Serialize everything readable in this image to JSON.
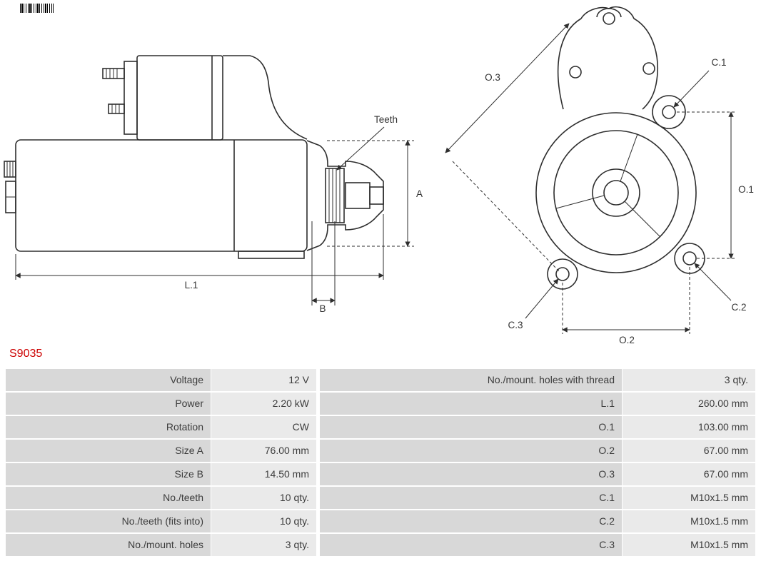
{
  "part_number": "S9035",
  "diagram": {
    "side_view_labels": {
      "teeth": "Teeth",
      "dim_a": "A",
      "dim_l1": "L.1",
      "dim_b": "B"
    },
    "front_view_labels": {
      "dim_o3": "O.3",
      "dim_c1": "C.1",
      "dim_o1": "O.1",
      "dim_c3": "C.3",
      "dim_c2": "C.2",
      "dim_o2": "O.2"
    }
  },
  "spec_table": {
    "left": [
      {
        "label": "Voltage",
        "value": "12 V"
      },
      {
        "label": "Power",
        "value": "2.20 kW"
      },
      {
        "label": "Rotation",
        "value": "CW"
      },
      {
        "label": "Size A",
        "value": "76.00 mm"
      },
      {
        "label": "Size B",
        "value": "14.50 mm"
      },
      {
        "label": "No./teeth",
        "value": "10 qty."
      },
      {
        "label": "No./teeth (fits into)",
        "value": "10 qty."
      },
      {
        "label": "No./mount. holes",
        "value": "3 qty."
      }
    ],
    "right": [
      {
        "label": "No./mount. holes with thread",
        "value": "3 qty."
      },
      {
        "label": "L.1",
        "value": "260.00 mm"
      },
      {
        "label": "O.1",
        "value": "103.00 mm"
      },
      {
        "label": "O.2",
        "value": "67.00 mm"
      },
      {
        "label": "O.3",
        "value": "67.00 mm"
      },
      {
        "label": "C.1",
        "value": "M10x1.5 mm"
      },
      {
        "label": "C.2",
        "value": "M10x1.5 mm"
      },
      {
        "label": "C.3",
        "value": "M10x1.5 mm"
      }
    ]
  },
  "colors": {
    "accent_red": "#cc0000",
    "label_cell_bg": "#d8d8d8",
    "value_cell_bg": "#eaeaea",
    "table_text": "#3c3c3c",
    "line_color": "#2e2e2e"
  }
}
